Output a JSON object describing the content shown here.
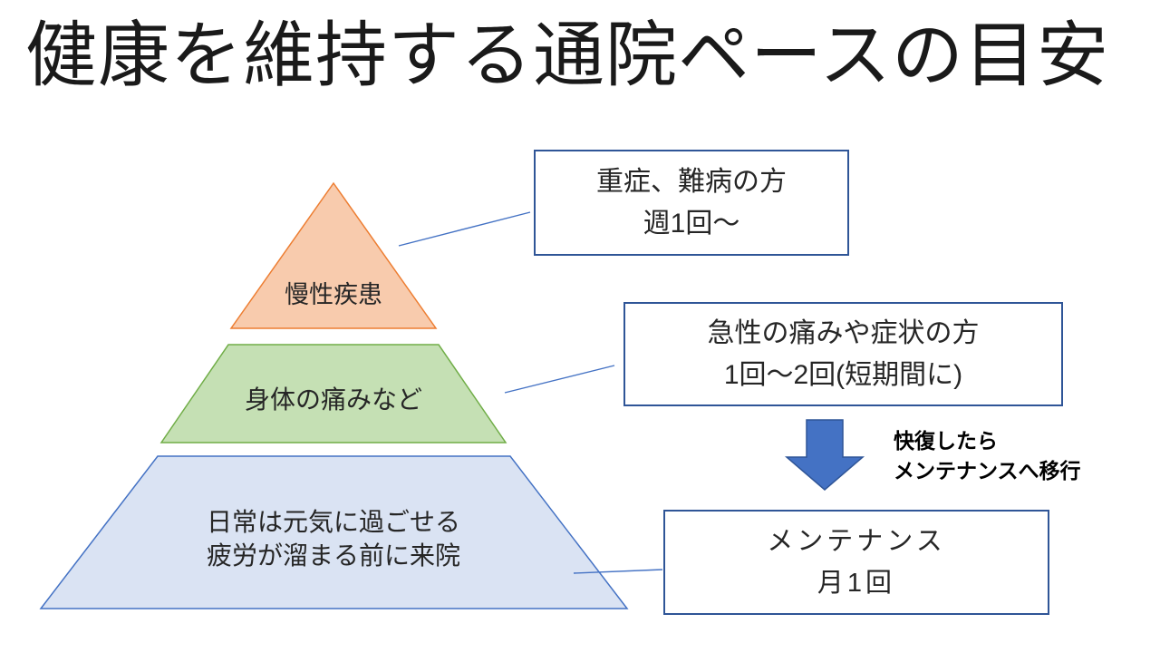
{
  "title": "健康を維持する通院ペースの目安",
  "pyramid": {
    "top": {
      "label": "慢性疾患"
    },
    "middle": {
      "label": "身体の痛みなど"
    },
    "bottom": {
      "line1": "日常は元気に過ごせる",
      "line2": "疲労が溜まる前に来院"
    }
  },
  "callouts": {
    "severe": {
      "line1": "重症、難病の方",
      "line2": "週1回～"
    },
    "acute": {
      "line1": "急性の痛みや症状の方",
      "line2": "1回～2回(短期間に)"
    },
    "maintenance": {
      "line1": "メンテナンス",
      "line2": "月1回"
    }
  },
  "arrow_note": {
    "line1": "快復したら",
    "line2": "メンテナンスへ移行"
  },
  "colors": {
    "orange_fill": "#F8CBAD",
    "orange_border": "#ED7D31",
    "green_fill": "#C5E0B4",
    "green_border": "#70AD47",
    "blue_fill": "#DAE3F3",
    "blue_border": "#4472C4",
    "box_border": "#2F5597",
    "connector": "#4472C4",
    "arrow_fill": "#4472C4",
    "arrow_border": "#2F5597",
    "text": "#262626"
  }
}
